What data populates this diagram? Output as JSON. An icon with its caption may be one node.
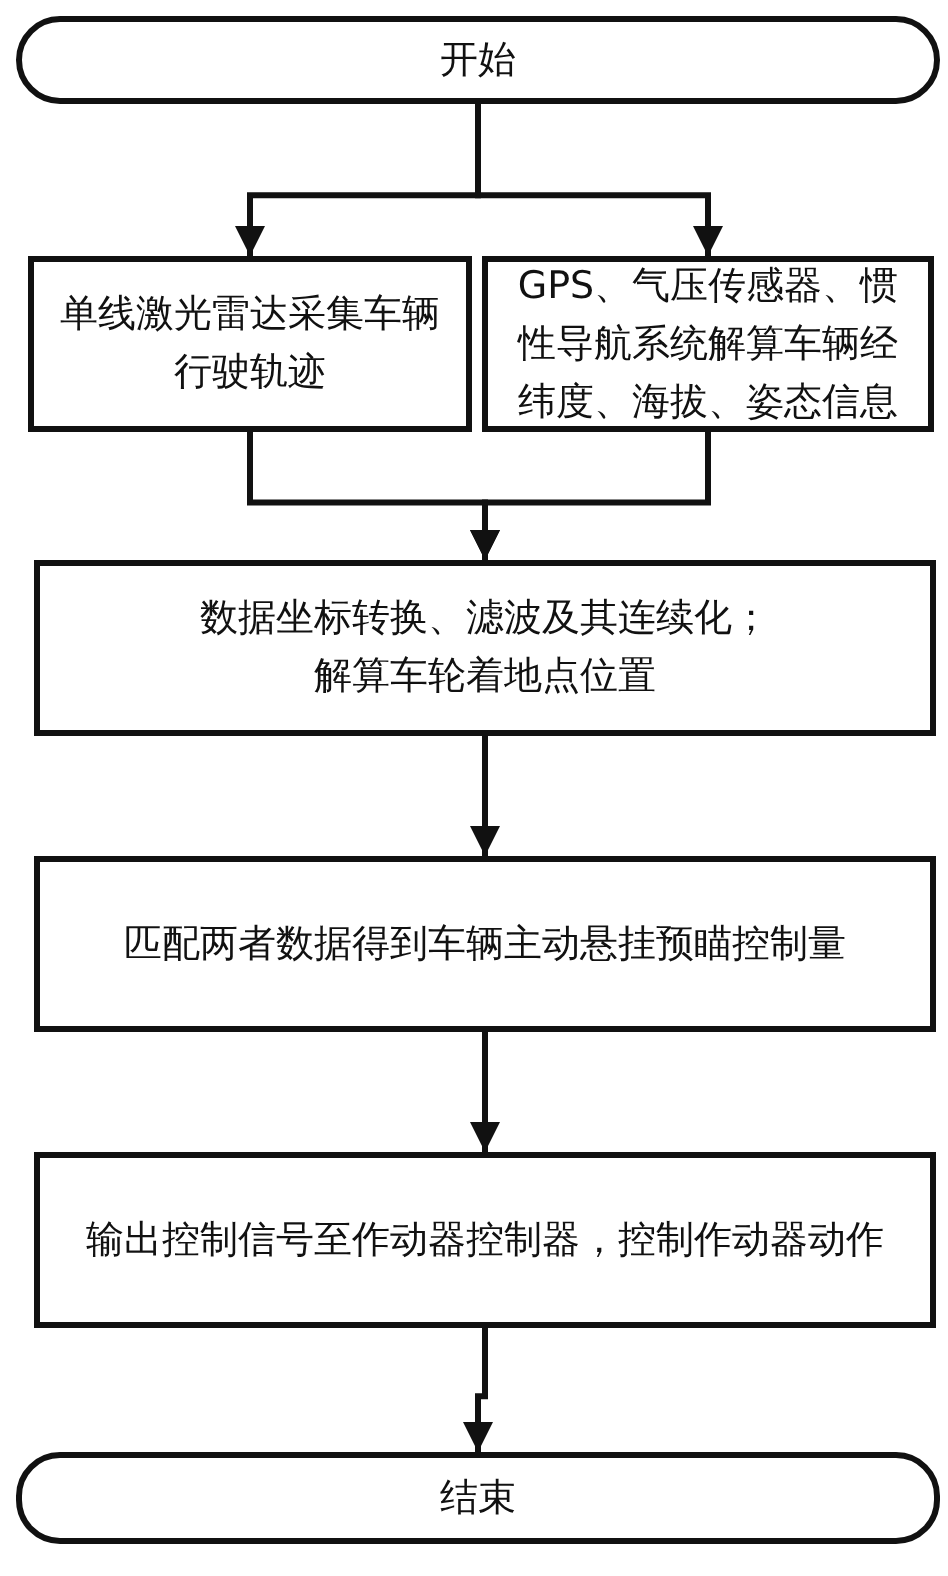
{
  "diagram": {
    "nodes": [
      {
        "text": [
          "开始"
        ]
      },
      {
        "text": [
          "单线激光雷达采集车辆行驶轨迹"
        ]
      },
      {
        "text": [
          "GPS、气压传感器、惯性导航系统解算车辆经纬度、海拔、姿态信息"
        ]
      },
      {
        "text": [
          "数据坐标转换、滤波及其连续化；",
          "解算车轮着地点位置"
        ]
      },
      {
        "text": [
          "匹配两者数据得到车辆主动悬挂预瞄控制量"
        ]
      },
      {
        "text": [
          "输出控制信号至作动器控制器，控制作动器动作"
        ]
      },
      {
        "text": [
          "结束"
        ]
      }
    ],
    "edges": [
      {
        "from": 0,
        "to": 1,
        "arrow": "to"
      },
      {
        "from": 0,
        "to": 2,
        "arrow": "to"
      },
      {
        "from": 1,
        "to": 3,
        "arrow": "to"
      },
      {
        "from": 2,
        "to": 3,
        "arrow": "to"
      },
      {
        "from": 3,
        "to": 4,
        "arrow": "to"
      },
      {
        "from": 4,
        "to": 5,
        "arrow": "to"
      },
      {
        "from": 5,
        "to": 6,
        "arrow": "to"
      }
    ]
  }
}
